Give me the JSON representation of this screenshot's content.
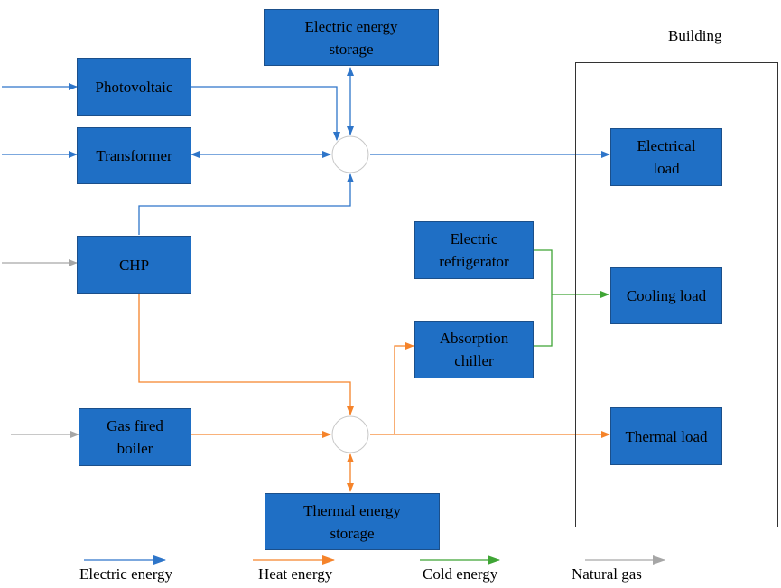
{
  "diagram": {
    "building_label": "Building",
    "components": {
      "photovoltaic": "Photovoltaic",
      "transformer": "Transformer",
      "chp": "CHP",
      "gas_boiler": "Gas fired\nboiler",
      "electric_storage": "Electric energy\nstorage",
      "thermal_storage": "Thermal energy\nstorage",
      "electric_refrigerator": "Electric\nrefrigerator",
      "absorption_chiller": "Absorption\nchiller",
      "electrical_load": "Electrical\nload",
      "cooling_load": "Cooling load",
      "thermal_load": "Thermal load"
    },
    "legend": [
      {
        "label": "Electric energy",
        "color": "#2e75c9"
      },
      {
        "label": "Heat energy",
        "color": "#f5832a"
      },
      {
        "label": "Cold energy",
        "color": "#3fa535"
      },
      {
        "label": "Natural gas",
        "color": "#a6a6a6"
      }
    ],
    "colors": {
      "box_fill": "#1f6fc5",
      "electric": "#2e75c9",
      "heat": "#f5832a",
      "cold": "#3fa535",
      "gas": "#a6a6a6"
    }
  }
}
